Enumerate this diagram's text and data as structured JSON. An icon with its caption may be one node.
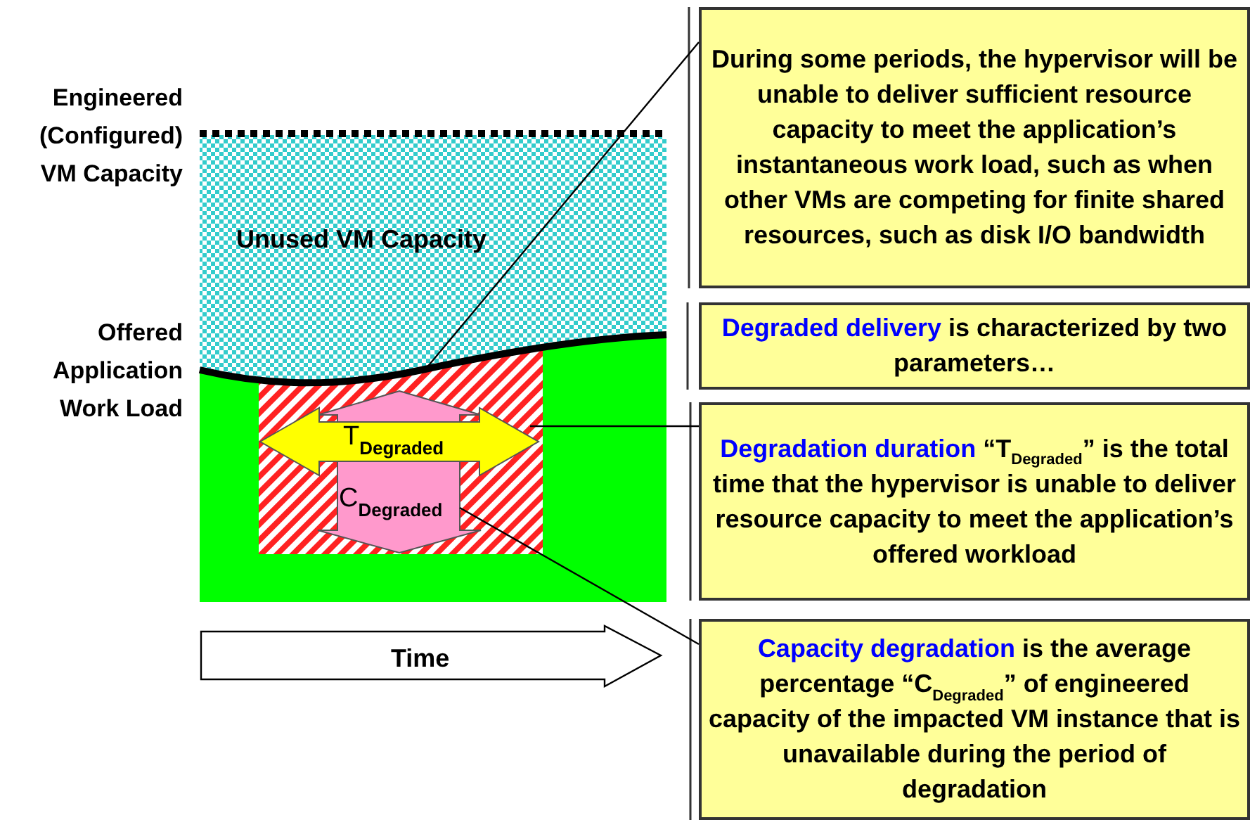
{
  "diagram": {
    "nodes": [
      {
        "text": [
          "Unused VM Capacity"
        ]
      },
      {
        "text": [],
        "shape": "box"
      },
      {
        "text": [
          "T$_{Degraded}$"
        ],
        "in": 1
      },
      {
        "text": [
          "C$_{Degraded}$"
        ],
        "in": 1
      },
      {
        "text": [
          "Time"
        ]
      },
      {
        "text": [
          "During some periods, the hypervisor will be unable to deliver sufficient resource capacity to meet the application’s instantaneous work load, such as when other VMs are competing for finite shared resources, such as disk I/O bandwidth"
        ]
      },
      {
        "text": [
          "**Degraded delivery** is characterized by two parameters…"
        ]
      },
      {
        "text": [
          "**Degradation duration** “T$_{Degraded}$” is the total time that the hypervisor is unable to deliver resource capacity to meet the application’s offered workload"
        ]
      },
      {
        "text": [
          "**Capacity degradation** is the average percentage “C$_{Degraded}$” of engineered capacity of the impacted VM instance that is unavailable during the period of degradation"
        ]
      }
    ],
    "edges": [
      {
        "from": 5,
        "to": 1,
        "arrow": "none"
      },
      {
        "from": 7,
        "to": 2,
        "arrow": "none"
      },
      {
        "from": 8,
        "to": 3,
        "arrow": "none"
      }
    ],
    "labels": [
      "Engineered (Configured) VM Capacity",
      "Offered Application Work Load"
    ]
  }
}
